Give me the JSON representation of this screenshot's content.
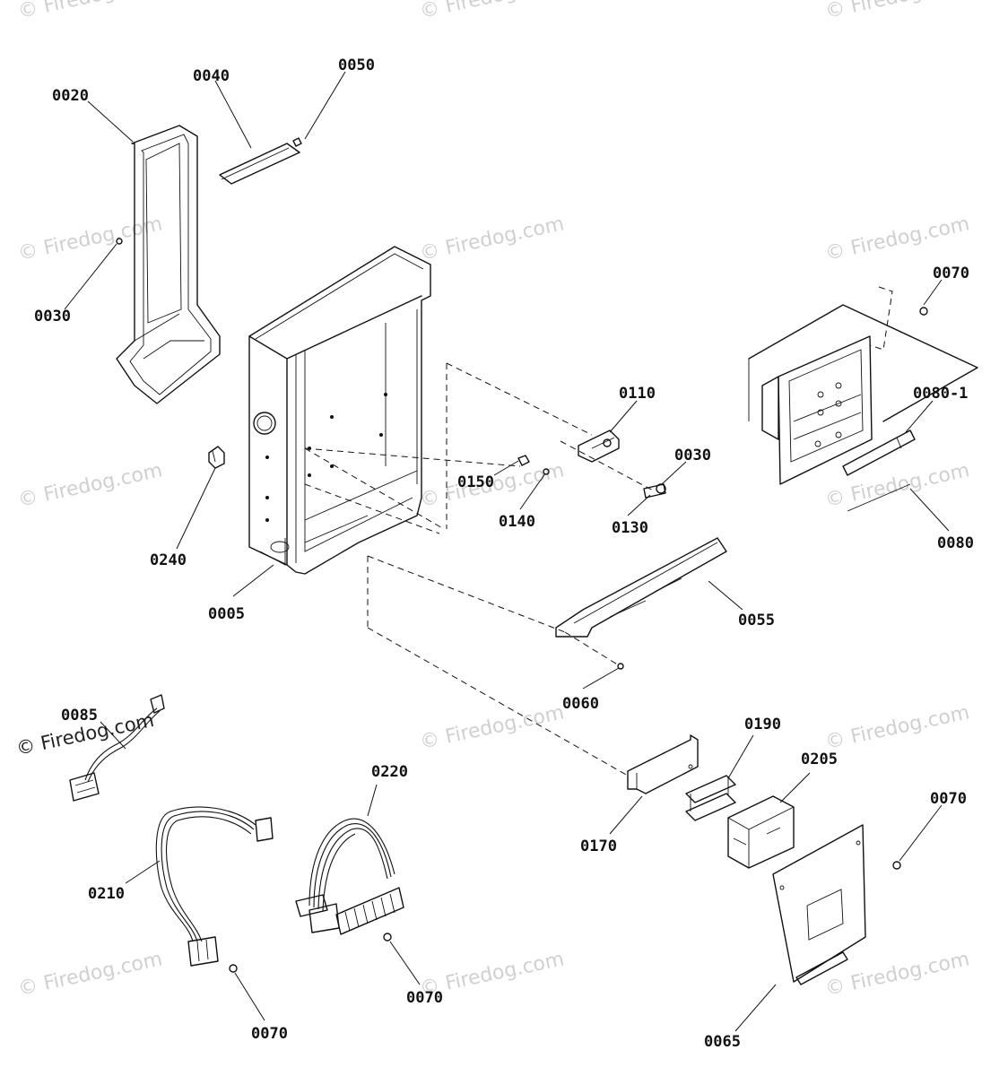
{
  "watermark": "© Firedog.com",
  "labels": {
    "l0020": "0020",
    "l0040": "0040",
    "l0050": "0050",
    "l0030a": "0030",
    "l0070a": "0070",
    "l0080_1": "0080-1",
    "l0110": "0110",
    "l0030b": "0030",
    "l0150": "0150",
    "l0140": "0140",
    "l0130": "0130",
    "l0240": "0240",
    "l0005": "0005",
    "l0080": "0080",
    "l0055": "0055",
    "l0060": "0060",
    "l0085": "0085",
    "l0190": "0190",
    "l0220": "0220",
    "l0205": "0205",
    "l0070b": "0070",
    "l0170": "0170",
    "l0210": "0210",
    "l0070c": "0070",
    "l0070d": "0070",
    "l0065": "0065"
  }
}
